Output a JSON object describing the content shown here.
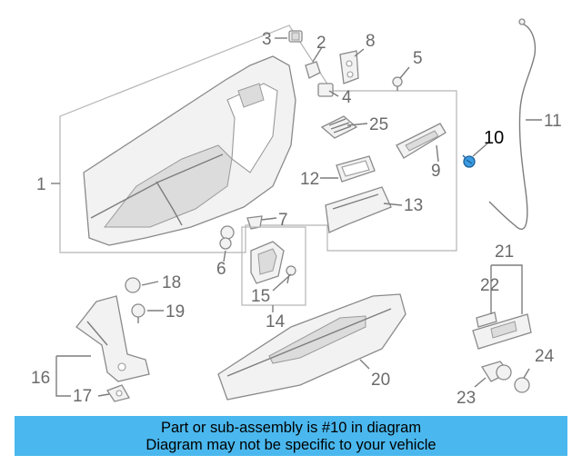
{
  "callouts": {
    "c1": "1",
    "c2": "2",
    "c3": "3",
    "c4": "4",
    "c5": "5",
    "c6": "6",
    "c7": "7",
    "c8": "8",
    "c9": "9",
    "c10": "10",
    "c11": "11",
    "c12": "12",
    "c13": "13",
    "c14": "14",
    "c15": "15",
    "c16": "16",
    "c17": "17",
    "c18": "18",
    "c19": "19",
    "c20": "20",
    "c21": "21",
    "c22": "22",
    "c23": "23",
    "c24": "24",
    "c25": "25"
  },
  "highlight": {
    "part_number": "10",
    "color": "#2a8fd6"
  },
  "banner": {
    "line1": "Part or sub-assembly is #10 in diagram",
    "line2": "Diagram may not be specific to your vehicle",
    "background": "#4ab8ee"
  }
}
